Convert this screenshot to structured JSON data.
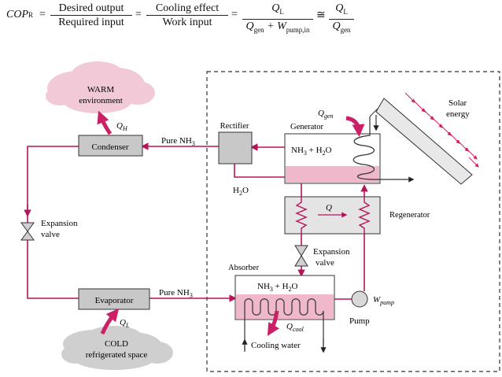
{
  "equation": {
    "lhs": "COP",
    "lhs_sub": "R",
    "equals": "=",
    "frac1_num": "Desired output",
    "frac1_den": "Required input",
    "frac2_num": "Cooling effect",
    "frac2_den": "Work input",
    "frac3_num": "Q",
    "frac3_num_sub": "L",
    "frac3_den_a": "Q",
    "frac3_den_a_sub": "gen",
    "frac3_den_plus": " + W",
    "frac3_den_b_sub": "pump,in",
    "approx": "≅",
    "frac4_num": "Q",
    "frac4_num_sub": "L",
    "frac4_den": "Q",
    "frac4_den_sub": "gen"
  },
  "diagram": {
    "warm_env_line1": "WARM",
    "warm_env_line2": "environment",
    "qh": "Q",
    "qh_sub": "H",
    "condenser": "Condenser",
    "pure_nh3_top": "Pure NH",
    "pure_nh3_top_sub": "3",
    "rectifier": "Rectifier",
    "generator": "Generator",
    "qgen": "Q",
    "qgen_sub": "gen",
    "gen_mix": "NH",
    "gen_mix_sub": "3",
    "gen_mix_rest": " + H",
    "gen_mix_sub2": "2",
    "gen_mix_end": "O",
    "solar_line1": "Solar",
    "solar_line2": "energy",
    "h2o": "H",
    "h2o_sub": "2",
    "h2o_end": "O",
    "regen_q": "Q",
    "regenerator": "Regenerator",
    "expansion_left_1": "Expansion",
    "expansion_left_2": "valve",
    "expansion_right_1": "Expansion",
    "expansion_right_2": "valve",
    "absorber": "Absorber",
    "abs_mix": "NH",
    "abs_mix_sub": "3",
    "abs_mix_rest": " + H",
    "abs_mix_sub2": "2",
    "abs_mix_end": "O",
    "evaporator": "Evaporator",
    "pure_nh3_bottom": "Pure NH",
    "pure_nh3_bottom_sub": "3",
    "ql": "Q",
    "ql_sub": "L",
    "qcool": "Q",
    "qcool_sub": "cool",
    "wpump": "W",
    "wpump_sub": "pump",
    "pump": "Pump",
    "cooling_water": "Cooling water",
    "cold_line1": "COLD",
    "cold_line2": "refrigerated space"
  },
  "colors": {
    "pipe": "#b5145a",
    "heat_arrow": "#cc1f66",
    "cloud_warm": "#f2c9d6",
    "cloud_cold": "#cfcfcf",
    "component_fill": "#c8c8c8",
    "liquid_pink": "#f0b8cb"
  }
}
